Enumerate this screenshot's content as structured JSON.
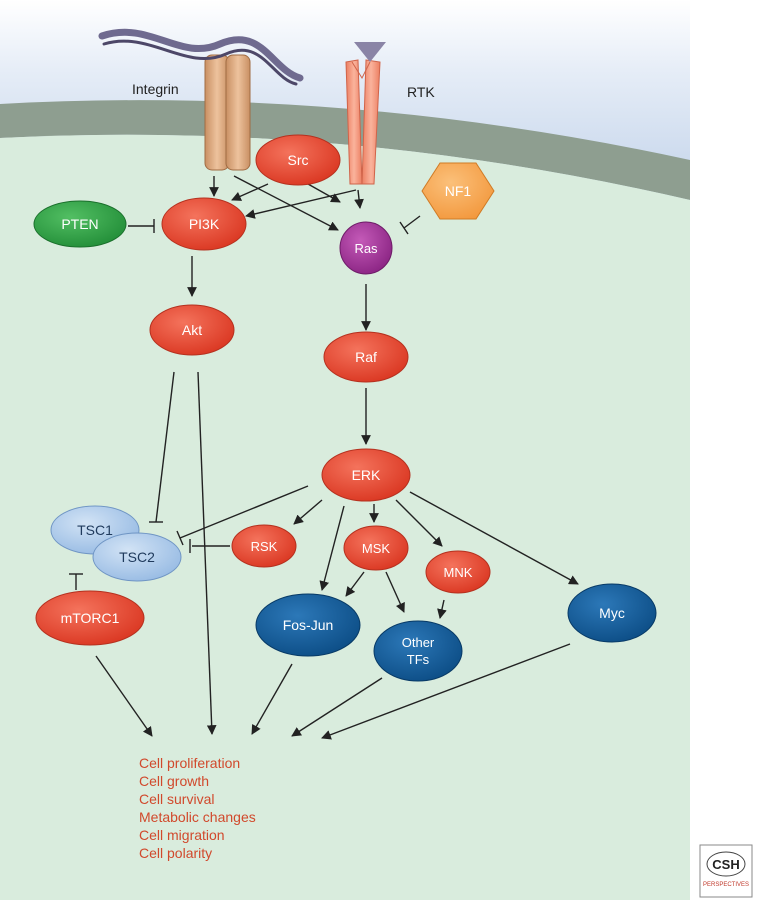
{
  "colors": {
    "outside_top": "#ffffff",
    "outside_bottom": "#c8d6ec",
    "membrane": "#8e9e90",
    "cytoplasm": "#d9ecdd",
    "red_node": "#e8402a",
    "green_node": "#2e9e43",
    "purple_node": "#9b2d93",
    "orange_node": "#f5a44a",
    "blue_node": "#0f5a97",
    "light_blue_node": "#a9c8ea",
    "integrin": "#d7a57a",
    "rtk": "#f08f73",
    "ligand": "#8a84a6",
    "outcome_text": "#d1492c",
    "arrow": "#222222"
  },
  "labels": {
    "integrin": "Integrin",
    "rtk": "RTK"
  },
  "nodes": {
    "src": "Src",
    "pi3k": "PI3K",
    "pten": "PTEN",
    "ras": "Ras",
    "nf1": "NF1",
    "akt": "Akt",
    "raf": "Raf",
    "erk": "ERK",
    "tsc1": "TSC1",
    "tsc2": "TSC2",
    "rsk": "RSK",
    "msk": "MSK",
    "mnk": "MNK",
    "mtorc1": "mTORC1",
    "fos_jun": "Fos-Jun",
    "other_tfs_line1": "Other",
    "other_tfs_line2": "TFs",
    "myc": "Myc"
  },
  "outcomes": [
    "Cell proliferation",
    "Cell growth",
    "Cell survival",
    "Metabolic changes",
    "Cell migration",
    "Cell polarity"
  ],
  "logo": {
    "main": "CSH",
    "sub": "PERSPECTIVES"
  }
}
